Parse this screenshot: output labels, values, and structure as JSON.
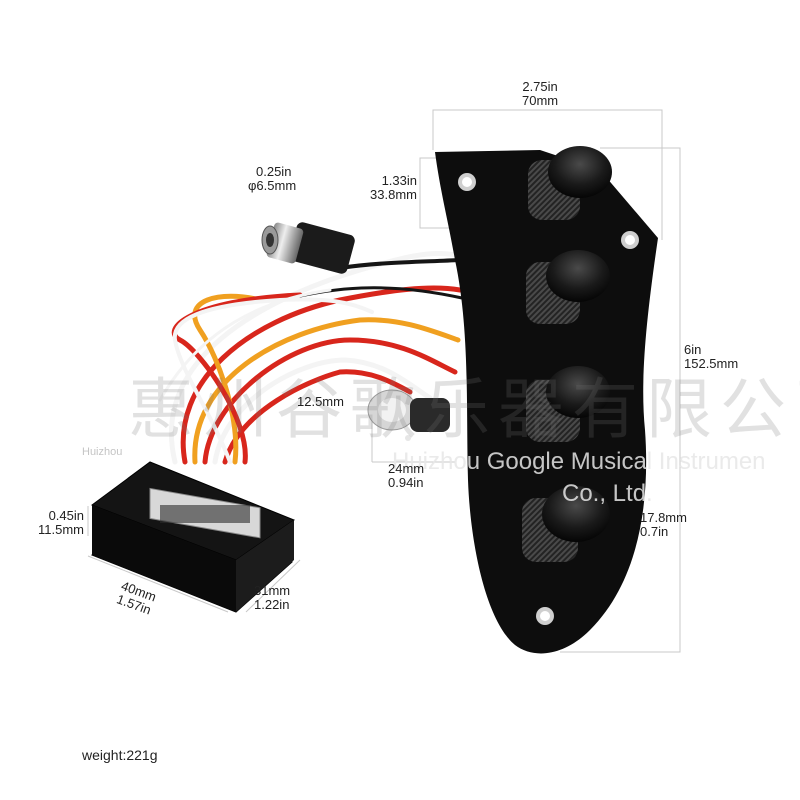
{
  "dimensions": {
    "plate_width": {
      "in": "2.75in",
      "mm": "70mm"
    },
    "plate_top_offset": {
      "in": "1.33in",
      "mm": "33.8mm"
    },
    "plate_height": {
      "in": "6in",
      "mm": "152.5mm"
    },
    "knob_diameter": {
      "mm": "17.8mm",
      "in": "0.7in"
    },
    "jack_diameter": {
      "in": "0.25in",
      "mm": "φ6.5mm"
    },
    "led_size": {
      "mm": "12.5mm"
    },
    "led_lead_length": {
      "mm": "24mm",
      "in": "0.94in"
    },
    "box_height": {
      "in": "0.45in",
      "mm": "11.5mm"
    },
    "box_length": {
      "mm": "40mm",
      "in": "1.57in"
    },
    "box_width": {
      "mm": "31mm",
      "in": "1.22in"
    }
  },
  "weight": "weight:221g",
  "watermark": {
    "chinese": "惠州谷歌乐器有限公司",
    "company_line1": "Huizhou Google Musical Instrumen",
    "company_line2": "Co., Ltd.",
    "small": "Huizhou"
  },
  "colors": {
    "background": "#ffffff",
    "plate": "#0d0d0d",
    "wire_red": "#d8261c",
    "wire_orange": "#f0a020",
    "wire_white": "#f4f4f4",
    "wire_black": "#151515",
    "dimension_line": "#c8c8c8"
  }
}
